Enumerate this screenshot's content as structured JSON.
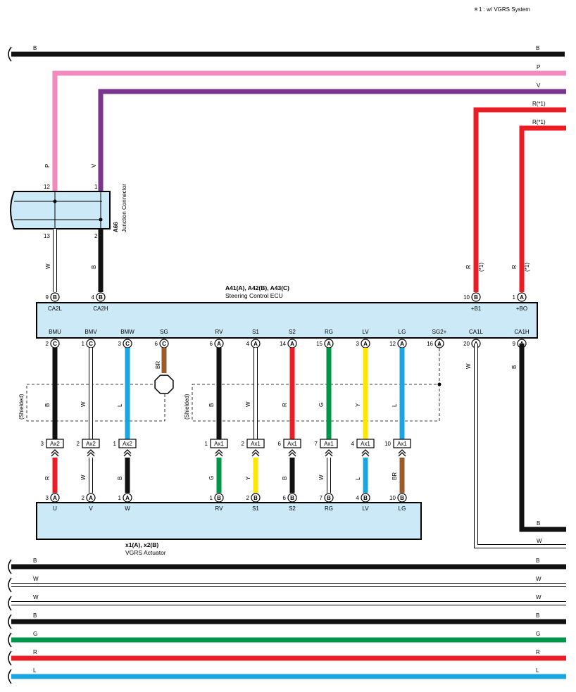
{
  "footnote": "＊1 : w/ VGRS System",
  "colors": {
    "B": "#111111",
    "W": "#ffffff",
    "P": "#f18bbd",
    "V": "#7a3590",
    "R": "#ec1c24",
    "L": "#1aa5e0",
    "G": "#00964a",
    "Y": "#ffe600",
    "BR": "#9a5a2a",
    "box_fill": "#cce9f8"
  },
  "top_wires": {
    "b": {
      "left": "B",
      "right": "B"
    },
    "p": {
      "right": "P",
      "vertical": "P",
      "pin": "12"
    },
    "v": {
      "right": "V",
      "vertical": "V",
      "pin": "1"
    },
    "r1": {
      "right": "R(*1)",
      "vertical_a": "R",
      "vertical_b": "(*1)"
    },
    "r2": {
      "right": "R(*1)",
      "vertical_a": "R",
      "vertical_b": "(*1)"
    }
  },
  "junction": {
    "id": "A66",
    "name": "Junction Connector",
    "pin_bottom_left": "13",
    "pin_bottom_right": "2",
    "wire_left": "W",
    "wire_right": "B"
  },
  "ecu": {
    "title": "A41(A), A42(B), A43(C)",
    "name": "Steering Control ECU",
    "top_pins": [
      {
        "num": "9",
        "conn": "B",
        "name": "CA2L"
      },
      {
        "num": "4",
        "conn": "B",
        "name": "CA2H"
      },
      {
        "num": "10",
        "conn": "B",
        "name": "+B1"
      },
      {
        "num": "1",
        "conn": "A",
        "name": "+BO"
      }
    ],
    "bottom_pins": [
      {
        "num": "2",
        "conn": "C",
        "name": "BMU",
        "wire": "B"
      },
      {
        "num": "1",
        "conn": "C",
        "name": "BMV",
        "wire": "W"
      },
      {
        "num": "3",
        "conn": "C",
        "name": "BMW",
        "wire": "L"
      },
      {
        "num": "6",
        "conn": "C",
        "name": "SG",
        "wire": "BR"
      },
      {
        "num": "6",
        "conn": "A",
        "name": "RV",
        "wire": "B"
      },
      {
        "num": "4",
        "conn": "A",
        "name": "S1",
        "wire": "W"
      },
      {
        "num": "14",
        "conn": "A",
        "name": "S2",
        "wire": "R"
      },
      {
        "num": "15",
        "conn": "A",
        "name": "RG",
        "wire": "G"
      },
      {
        "num": "3",
        "conn": "A",
        "name": "LV",
        "wire": "Y"
      },
      {
        "num": "12",
        "conn": "A",
        "name": "LG",
        "wire": "L"
      },
      {
        "num": "16",
        "conn": "A",
        "name": "SG2+",
        "wire": ""
      },
      {
        "num": "20",
        "conn": "A",
        "name": "CA1L",
        "wire": "W"
      },
      {
        "num": "9",
        "conn": "A",
        "name": "CA1H",
        "wire": "B"
      }
    ]
  },
  "shielded": "(Shielded)",
  "connectors": [
    {
      "num": "3",
      "label": "Ax2"
    },
    {
      "num": "2",
      "label": "Ax2"
    },
    {
      "num": "1",
      "label": "Ax2"
    },
    {
      "num": "1",
      "label": "Ax1"
    },
    {
      "num": "2",
      "label": "Ax1"
    },
    {
      "num": "6",
      "label": "Ax1"
    },
    {
      "num": "7",
      "label": "Ax1"
    },
    {
      "num": "4",
      "label": "Ax1"
    },
    {
      "num": "10",
      "label": "Ax1"
    }
  ],
  "actuator": {
    "title": "x1(A), x2(B)",
    "name": "VGRS Actuator",
    "pins": [
      {
        "num": "3",
        "conn": "A",
        "name": "U",
        "wire": "R"
      },
      {
        "num": "2",
        "conn": "A",
        "name": "V",
        "wire": "W"
      },
      {
        "num": "1",
        "conn": "A",
        "name": "W",
        "wire": "B"
      },
      {
        "num": "1",
        "conn": "B",
        "name": "RV",
        "wire": "G"
      },
      {
        "num": "2",
        "conn": "B",
        "name": "S1",
        "wire": "Y"
      },
      {
        "num": "6",
        "conn": "B",
        "name": "S2",
        "wire": "B"
      },
      {
        "num": "7",
        "conn": "B",
        "name": "RG",
        "wire": "W"
      },
      {
        "num": "4",
        "conn": "B",
        "name": "LV",
        "wire": "L"
      },
      {
        "num": "10",
        "conn": "B",
        "name": "LG",
        "wire": "BR"
      }
    ]
  },
  "can_right": {
    "upper": "B",
    "lower": "W"
  },
  "bottom_bus": [
    {
      "left": "B",
      "right": "B",
      "color": "B"
    },
    {
      "left": "W",
      "right": "W",
      "color": "W"
    },
    {
      "left": "W",
      "right": "W",
      "color": "W"
    },
    {
      "left": "B",
      "right": "B",
      "color": "B"
    },
    {
      "left": "G",
      "right": "G",
      "color": "G"
    },
    {
      "left": "R",
      "right": "R",
      "color": "R"
    },
    {
      "left": "L",
      "right": "L",
      "color": "L"
    }
  ]
}
